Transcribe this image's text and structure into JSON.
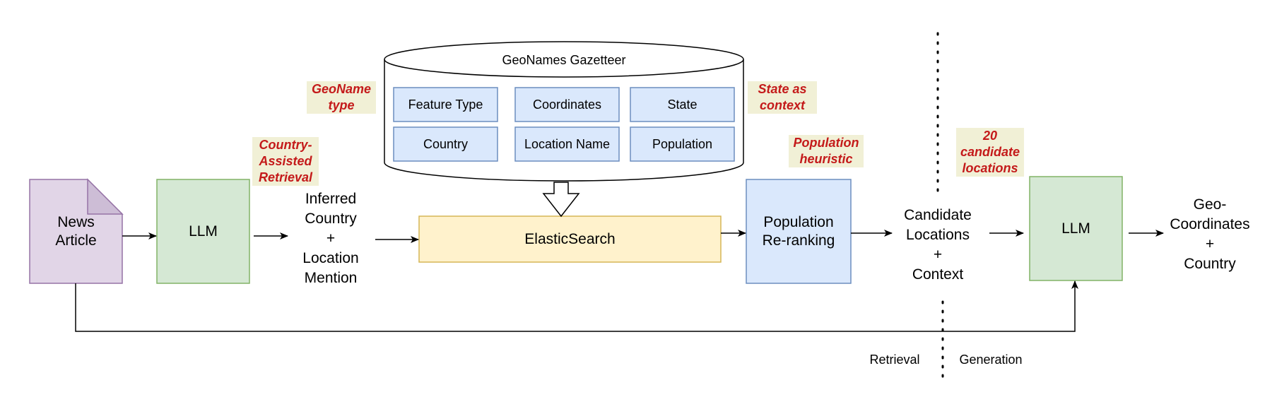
{
  "nodes": {
    "news_article": "News\nArticle",
    "llm_first": "LLM",
    "inferred": "Inferred\nCountry\n+\nLocation\nMention",
    "elasticsearch": "ElasticSearch",
    "population_reranking": "Population\nRe-ranking",
    "candidates": "Candidate\nLocations\n+\nContext",
    "llm_second": "LLM",
    "output": "Geo-\nCoordinates\n+\nCountry"
  },
  "gazetteer": {
    "title": "GeoNames Gazetteer",
    "fields": [
      "Feature Type",
      "Coordinates",
      "State",
      "Country",
      "Location Name",
      "Population"
    ]
  },
  "annotations": {
    "geoname_type": "GeoName\ntype",
    "country_assisted": "Country-\nAssisted\nRetrieval",
    "state_context": "State as\ncontext",
    "population_heuristic": "Population\nheuristic",
    "candidate_count": "20\ncandidate\nlocations"
  },
  "stages": {
    "retrieval": "Retrieval",
    "generation": "Generation"
  },
  "colors": {
    "purple_fill": "#e1d5e7",
    "purple_stroke": "#9673a6",
    "green_fill": "#d5e8d4",
    "green_stroke": "#82b366",
    "blue_fill": "#dae8fc",
    "blue_stroke": "#6c8ebf",
    "yellow_fill": "#fff2cc",
    "yellow_stroke": "#d6b656",
    "annotation_bg": "#f1f0d6",
    "annotation_text": "#c41a1a"
  }
}
